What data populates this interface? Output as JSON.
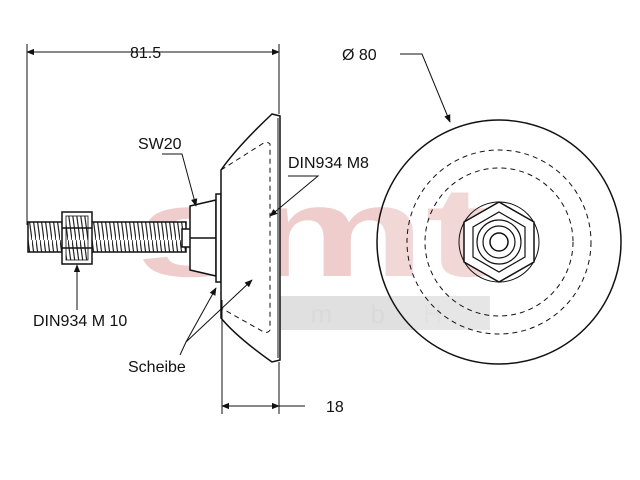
{
  "watermark": {
    "logo": "smt",
    "subtitle": "G m b H",
    "logo_color": "#e3a6a6",
    "bar_color": "#c8c8c8"
  },
  "dimensions": {
    "overall_length": "81.5",
    "diameter": "Ø 80",
    "depth": "18"
  },
  "labels": {
    "wrench_size": "SW20",
    "nut_m8": "DIN934 M8",
    "nut_m10": "DIN934 M 10",
    "washer": "Scheibe"
  }
}
